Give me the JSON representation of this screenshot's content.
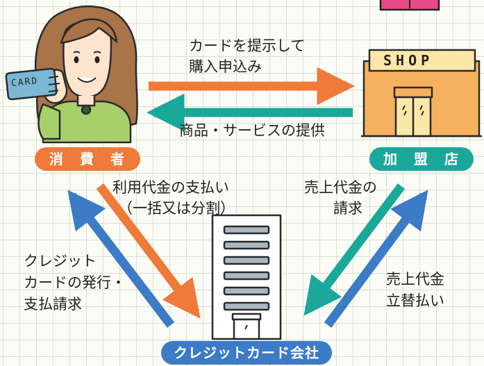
{
  "nodes": {
    "consumer": "消　費　者",
    "merchant": "加　盟　店",
    "card_company": "クレジットカード会社"
  },
  "flows": {
    "present_card": [
      "カードを提示して",
      "購入申込み"
    ],
    "provide_goods": "商品・サービスの提供",
    "pay_usage": [
      "利用代金の支払い",
      "（一括又は分割）"
    ],
    "bill_sales": [
      "売上代金の",
      "請求"
    ],
    "issue_card": [
      "クレジット",
      "カードの発行・",
      "支払請求"
    ],
    "advance_payment": [
      "売上代金",
      "立替払い"
    ]
  },
  "labels": {
    "card_text": "CARD",
    "shop_sign": "SHOP"
  },
  "colors": {
    "orange": "#ef7a3a",
    "teal": "#1aa89b",
    "blue": "#3c7bc6"
  }
}
